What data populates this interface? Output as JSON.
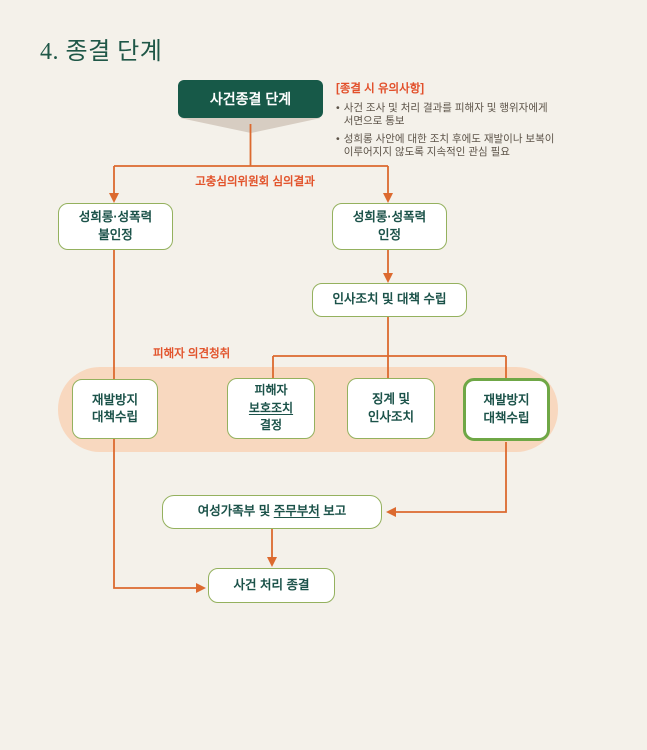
{
  "page": {
    "title": "4. 종결 단계"
  },
  "colors": {
    "background": "#f4f1ea",
    "dark_green_header": "#175948",
    "connector_orange": "#dc6a2f",
    "label_orange": "#e2542c",
    "node_border_green": "#94b15e",
    "node_text_green": "#1b5249",
    "highlight_border_green": "#6fa746",
    "peach_band": "#f8d8bf",
    "funnel_tan": "#d7cdc2"
  },
  "notes": {
    "bullet_char": "•",
    "title": "[종결 시 유의사항]",
    "items": [
      {
        "line1": "사건 조사 및 처리 결과를 피해자 및 행위자에게",
        "line2": "서면으로 통보"
      },
      {
        "line1": "성희롱 사안에 대한 조치 후에도 재발이나 보복이",
        "line2": "이루어지지 않도록 지속적인 관심 필요"
      }
    ]
  },
  "labels": {
    "committee_result": "고충심의위원회 심의결과",
    "victim_opinion": "피해자 의견청취"
  },
  "nodes": {
    "start": "사건종결 단계",
    "not_recognized": {
      "line1": "성희롱·성폭력",
      "line2": "불인정"
    },
    "recognized": {
      "line1": "성희롱·성폭력",
      "line2": "인정"
    },
    "personnel_measures": "인사조치 및 대책 수립",
    "prevention_left": {
      "line1": "재발방지",
      "line2": "대책수립"
    },
    "victim_protection": {
      "line1": "피해자",
      "line2": "보호조치",
      "line3": "결정"
    },
    "discipline": {
      "line1": "징계 및",
      "line2": "인사조치"
    },
    "prevention_right": {
      "line1": "재발방지",
      "line2": "대책수립"
    },
    "report": {
      "part1": "여성가족부 및 ",
      "part2": "주무부처",
      "part3": " 보고"
    },
    "closure": "사건 처리 종결"
  }
}
